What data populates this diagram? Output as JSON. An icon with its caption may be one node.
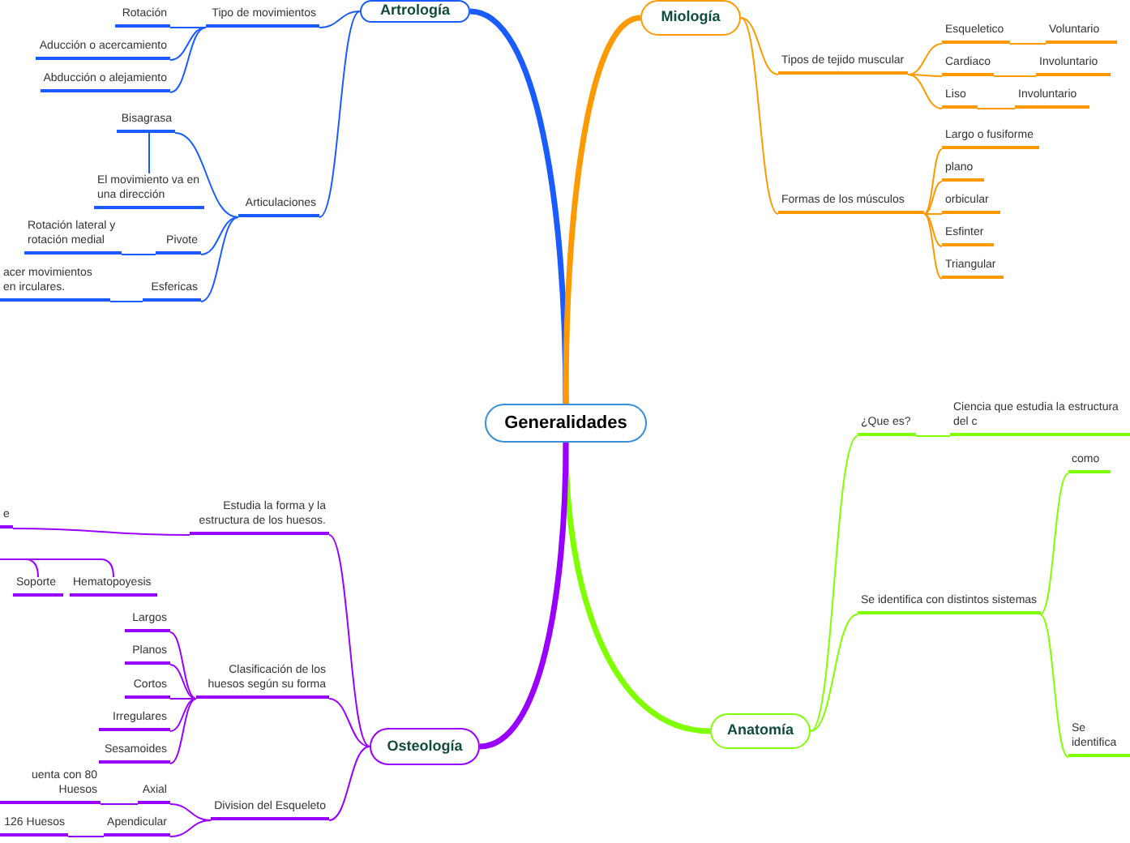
{
  "diagram": {
    "nodes": [
      {
        "text": [
          "Generalidades"
        ]
      },
      {
        "text": [
          "Artrología"
        ]
      },
      {
        "text": [
          "Miología"
        ]
      },
      {
        "text": [
          "Anatomía"
        ]
      },
      {
        "text": [
          "Osteología"
        ]
      },
      {
        "text": [
          "Tipo de movimientos"
        ]
      },
      {
        "text": [
          "Rotación"
        ]
      },
      {
        "text": [
          "Aducción o acercamiento"
        ]
      },
      {
        "text": [
          "Abducción o alejamiento"
        ]
      },
      {
        "text": [
          "Articulaciones"
        ]
      },
      {
        "text": [
          "Bisagrasa"
        ]
      },
      {
        "text": [
          "El movimiento va en una dirección"
        ]
      },
      {
        "text": [
          "Pivote"
        ]
      },
      {
        "text": [
          "Rotación lateral  y rotación medial"
        ]
      },
      {
        "text": [
          "Esfericas"
        ]
      },
      {
        "text": [
          "acer movimientos en irculares."
        ]
      },
      {
        "text": [
          "Tipos de tejido muscular"
        ]
      },
      {
        "text": [
          "Esqueletico"
        ]
      },
      {
        "text": [
          "Voluntario"
        ]
      },
      {
        "text": [
          "Cardiaco"
        ]
      },
      {
        "text": [
          "Involuntario"
        ]
      },
      {
        "text": [
          "Liso"
        ]
      },
      {
        "text": [
          "Involuntario"
        ]
      },
      {
        "text": [
          "Formas de los músculos"
        ]
      },
      {
        "text": [
          "Largo o fusiforme"
        ]
      },
      {
        "text": [
          "plano"
        ]
      },
      {
        "text": [
          "orbicular"
        ]
      },
      {
        "text": [
          "Esfinter"
        ]
      },
      {
        "text": [
          "Triangular"
        ]
      },
      {
        "text": [
          "¿Que es?"
        ]
      },
      {
        "text": [
          "Ciencia que estudia la estructura del c"
        ]
      },
      {
        "text": [
          "Se identifica con distintos sistemas"
        ]
      },
      {
        "text": [
          "como"
        ]
      },
      {
        "text": [
          "Se identifica"
        ]
      },
      {
        "text": [
          "Estudia la forma y la estructura de los huesos."
        ]
      },
      {
        "text": [
          "e"
        ]
      },
      {
        "text": [
          "Soporte"
        ]
      },
      {
        "text": [
          "Hematopoyesis"
        ]
      },
      {
        "text": [
          "Clasificación de los huesos según su forma"
        ]
      },
      {
        "text": [
          "Largos"
        ]
      },
      {
        "text": [
          "Planos"
        ]
      },
      {
        "text": [
          "Cortos"
        ]
      },
      {
        "text": [
          "Irregulares"
        ]
      },
      {
        "text": [
          "Sesamoides"
        ]
      },
      {
        "text": [
          "Division del Esqueleto"
        ]
      },
      {
        "text": [
          "Axial"
        ]
      },
      {
        "text": [
          "uenta con 80 Huesos"
        ]
      },
      {
        "text": [
          "Apendicular"
        ]
      },
      {
        "text": [
          "126 Huesos"
        ]
      }
    ],
    "edges": [
      {
        "from": 0,
        "to": 1,
        "arrow": "none",
        "style": "thick",
        "color": "#1a5cff"
      },
      {
        "from": 0,
        "to": 2,
        "arrow": "none",
        "style": "thick",
        "color": "#ff9900"
      },
      {
        "from": 0,
        "to": 3,
        "arrow": "none",
        "style": "thick",
        "color": "#80ff00"
      },
      {
        "from": 0,
        "to": 4,
        "arrow": "none",
        "style": "thick",
        "color": "#9900ff"
      },
      {
        "from": 1,
        "to": 5,
        "arrow": "none",
        "color": "#1a5cff"
      },
      {
        "from": 5,
        "to": 6,
        "arrow": "none",
        "color": "#1a5cff"
      },
      {
        "from": 5,
        "to": 7,
        "arrow": "none",
        "color": "#1a5cff"
      },
      {
        "from": 5,
        "to": 8,
        "arrow": "none",
        "color": "#1a5cff"
      },
      {
        "from": 1,
        "to": 9,
        "arrow": "none",
        "color": "#1a5cff"
      },
      {
        "from": 9,
        "to": 10,
        "arrow": "none",
        "color": "#1a5cff"
      },
      {
        "from": 10,
        "to": 11,
        "arrow": "none",
        "color": "#1a5cff"
      },
      {
        "from": 9,
        "to": 12,
        "arrow": "none",
        "color": "#1a5cff"
      },
      {
        "from": 12,
        "to": 13,
        "arrow": "none",
        "color": "#1a5cff"
      },
      {
        "from": 9,
        "to": 14,
        "arrow": "none",
        "color": "#1a5cff"
      },
      {
        "from": 14,
        "to": 15,
        "arrow": "none",
        "color": "#1a5cff"
      },
      {
        "from": 2,
        "to": 16,
        "arrow": "none",
        "color": "#ff9900"
      },
      {
        "from": 16,
        "to": 17,
        "arrow": "none",
        "color": "#ff9900"
      },
      {
        "from": 17,
        "to": 18,
        "arrow": "none",
        "color": "#ff9900"
      },
      {
        "from": 16,
        "to": 19,
        "arrow": "none",
        "color": "#ff9900"
      },
      {
        "from": 19,
        "to": 20,
        "arrow": "none",
        "color": "#ff9900"
      },
      {
        "from": 16,
        "to": 21,
        "arrow": "none",
        "color": "#ff9900"
      },
      {
        "from": 21,
        "to": 22,
        "arrow": "none",
        "color": "#ff9900"
      },
      {
        "from": 2,
        "to": 23,
        "arrow": "none",
        "color": "#ff9900"
      },
      {
        "from": 23,
        "to": 24,
        "arrow": "none",
        "color": "#ff9900"
      },
      {
        "from": 23,
        "to": 25,
        "arrow": "none",
        "color": "#ff9900"
      },
      {
        "from": 23,
        "to": 26,
        "arrow": "none",
        "color": "#ff9900"
      },
      {
        "from": 23,
        "to": 27,
        "arrow": "none",
        "color": "#ff9900"
      },
      {
        "from": 23,
        "to": 28,
        "arrow": "none",
        "color": "#ff9900"
      },
      {
        "from": 3,
        "to": 29,
        "arrow": "none",
        "color": "#80ff00"
      },
      {
        "from": 29,
        "to": 30,
        "arrow": "none",
        "color": "#80ff00"
      },
      {
        "from": 3,
        "to": 31,
        "arrow": "none",
        "color": "#80ff00"
      },
      {
        "from": 31,
        "to": 32,
        "arrow": "none",
        "color": "#80ff00"
      },
      {
        "from": 31,
        "to": 33,
        "arrow": "none",
        "color": "#80ff00"
      },
      {
        "from": 4,
        "to": 34,
        "arrow": "none",
        "color": "#9900ff"
      },
      {
        "from": 34,
        "to": 35,
        "arrow": "none",
        "color": "#9900ff"
      },
      {
        "from": null,
        "to": 36,
        "arrow": "none",
        "color": "#9900ff"
      },
      {
        "from": null,
        "to": 37,
        "arrow": "none",
        "color": "#9900ff"
      },
      {
        "from": 4,
        "to": 38,
        "arrow": "none",
        "color": "#9900ff"
      },
      {
        "from": 38,
        "to": 39,
        "arrow": "none",
        "color": "#9900ff"
      },
      {
        "from": 38,
        "to": 40,
        "arrow": "none",
        "color": "#9900ff"
      },
      {
        "from": 38,
        "to": 41,
        "arrow": "none",
        "color": "#9900ff"
      },
      {
        "from": 38,
        "to": 42,
        "arrow": "none",
        "color": "#9900ff"
      },
      {
        "from": 38,
        "to": 43,
        "arrow": "none",
        "color": "#9900ff"
      },
      {
        "from": 4,
        "to": 44,
        "arrow": "none",
        "color": "#9900ff"
      },
      {
        "from": 44,
        "to": 45,
        "arrow": "none",
        "color": "#9900ff"
      },
      {
        "from": 45,
        "to": 46,
        "arrow": "none",
        "color": "#9900ff"
      },
      {
        "from": 44,
        "to": 47,
        "arrow": "none",
        "color": "#9900ff"
      },
      {
        "from": 47,
        "to": 48,
        "arrow": "none",
        "color": "#9900ff"
      }
    ]
  }
}
